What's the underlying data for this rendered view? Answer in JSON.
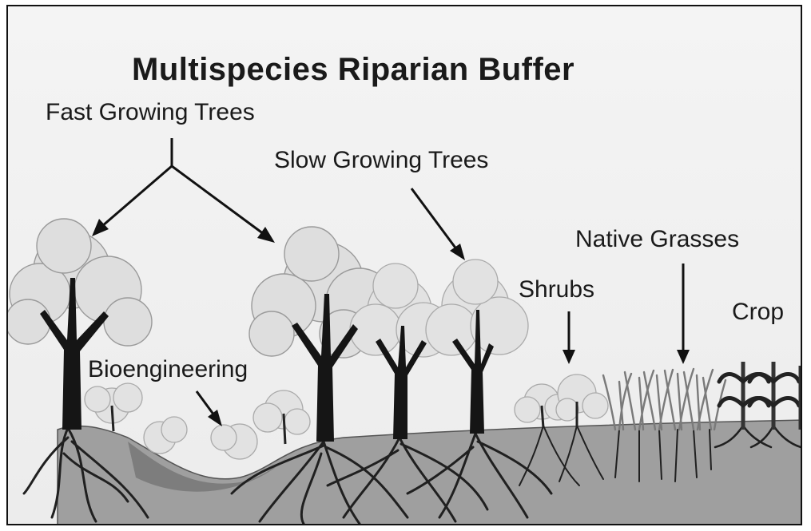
{
  "title": "Multispecies Riparian Buffer",
  "labels": {
    "fast_trees": "Fast Growing Trees",
    "slow_trees": "Slow Growing Trees",
    "native_grasses": "Native Grasses",
    "shrubs": "Shrubs",
    "crop": "Crop",
    "bioengineering": "Bioengineering"
  },
  "colors": {
    "sky": "#ececec",
    "ground": "#9d9d9d",
    "stream": "#7c7c7c",
    "trunk": "#151515"
  }
}
